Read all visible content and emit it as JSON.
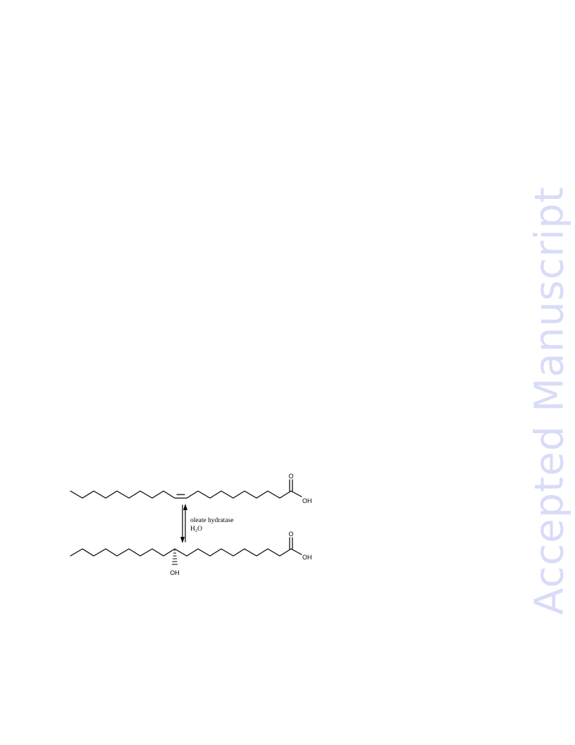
{
  "watermark": {
    "text": "Accepted Manuscript",
    "color": "#d9dcf7"
  },
  "scheme": {
    "top_molecule": {
      "hydroxyl_label": "OH",
      "carbonyl_label": "O"
    },
    "bottom_molecule": {
      "hydroxyl_label": "OH",
      "carbonyl_label": "O",
      "side_hydroxyl_label": "OH"
    },
    "reaction": {
      "enzyme": "oleate hydratase",
      "reagent_main": "H",
      "reagent_sub": "2",
      "reagent_tail": "O"
    }
  }
}
